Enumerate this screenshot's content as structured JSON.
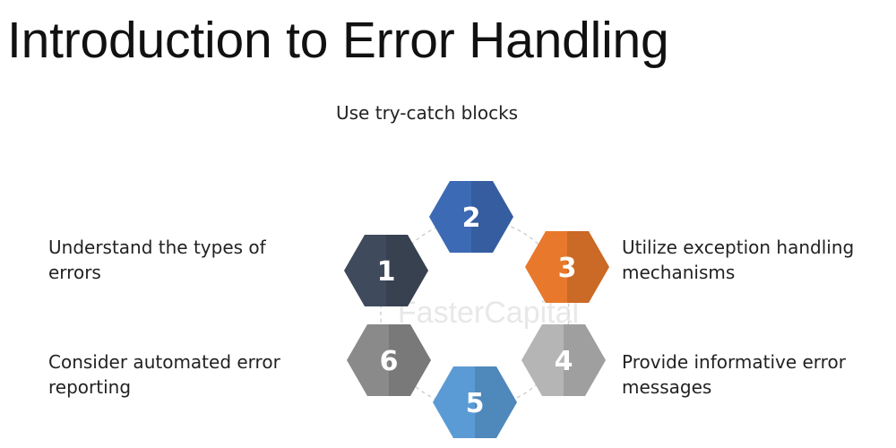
{
  "slide": {
    "title": "Introduction to Error Handling"
  },
  "diagram": {
    "top_label": "Use try-catch blocks",
    "watermark": "FasterCapital",
    "steps": [
      {
        "number": "1",
        "label": "Understand the types of errors",
        "color": "#3f4a5c"
      },
      {
        "number": "2",
        "label": "Use try-catch blocks",
        "color": "#3d6ab5"
      },
      {
        "number": "3",
        "label": "Utilize exception handling mechanisms",
        "color": "#e8782c"
      },
      {
        "number": "4",
        "label": "Provide informative error messages",
        "color": "#b5b5b5"
      },
      {
        "number": "5",
        "label": "",
        "color": "#5b9bd5"
      },
      {
        "number": "6",
        "label": "Consider automated error reporting",
        "color": "#8a8a8a"
      }
    ]
  }
}
